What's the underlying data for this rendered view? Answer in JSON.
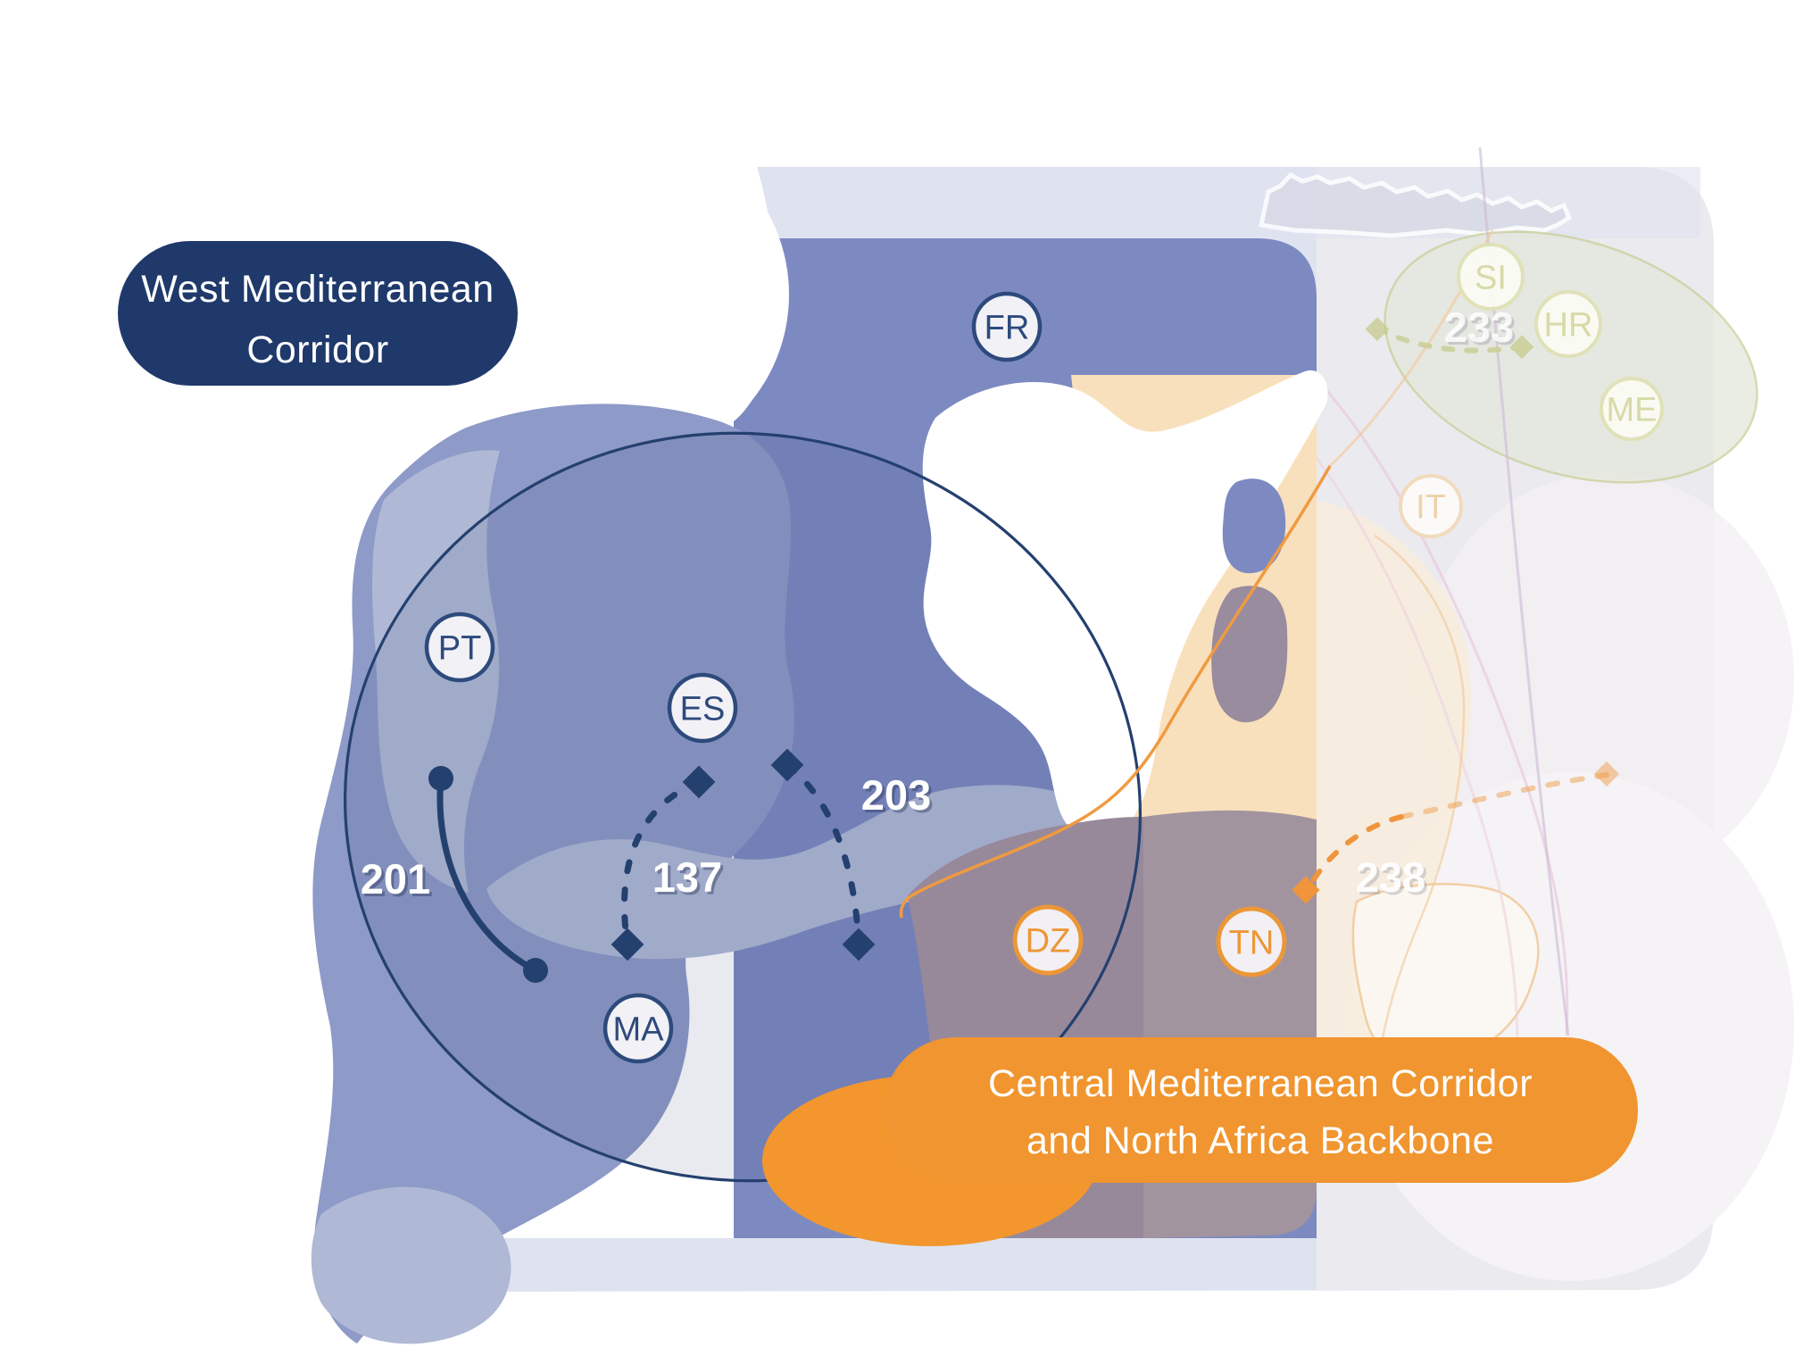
{
  "legend": {
    "west_corridor": {
      "line1": "West Mediterranean",
      "line2": "Corridor",
      "color": "#20396B"
    },
    "central_corridor": {
      "line1": "Central Mediterranean Corridor",
      "line2": "and North Africa Backbone",
      "color": "#F0952F"
    }
  },
  "nodes": {
    "FR": {
      "label": "FR",
      "style": "navy"
    },
    "PT": {
      "label": "PT",
      "style": "navy"
    },
    "ES": {
      "label": "ES",
      "style": "navy"
    },
    "MA": {
      "label": "MA",
      "style": "navy"
    },
    "DZ": {
      "label": "DZ",
      "style": "orange"
    },
    "TN": {
      "label": "TN",
      "style": "orange"
    },
    "IT": {
      "label": "IT",
      "style": "faded-orange"
    },
    "SI": {
      "label": "SI",
      "style": "faded-olive"
    },
    "HR": {
      "label": "HR",
      "style": "faded-olive"
    },
    "ME": {
      "label": "ME",
      "style": "faded-olive"
    }
  },
  "routes": {
    "r201": {
      "label": "201",
      "style": "navy-solid"
    },
    "r137": {
      "label": "137",
      "style": "navy-dashed"
    },
    "r203": {
      "label": "203",
      "style": "navy-dashed"
    },
    "r233": {
      "label": "233",
      "style": "olive-dashed-faded"
    },
    "r238": {
      "label": "238",
      "style": "orange-dashed"
    }
  },
  "colors": {
    "navy_dark": "#20396B",
    "navy_line": "#24406F",
    "node_navy": "#2D4A7C",
    "medium_blue": "#7D8AC1",
    "amoeba_blue": "#8E9AC7",
    "light_blue": "#AFB8D5",
    "lavender_canvas": "#DFE3F0",
    "faded_base": "#EBEAEF",
    "orange": "#F0952F",
    "orange_line": "#F09A40",
    "light_orange": "#F9E0BC",
    "mauve_overlap": "#97899A",
    "olive_faded": "#C9CD92",
    "white_sea": "#FFFFFF"
  }
}
